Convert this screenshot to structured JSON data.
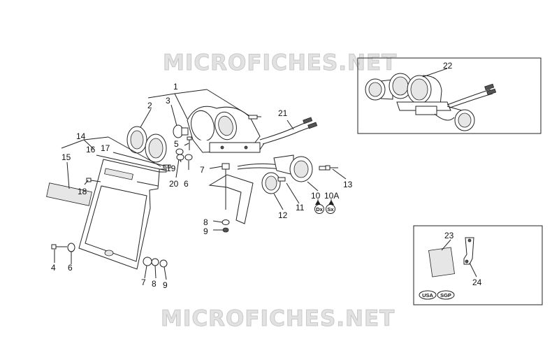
{
  "watermark": "MICROFICHES.NET",
  "labels": {
    "l1": "1",
    "l2": "2",
    "l3": "3",
    "l4": "4",
    "l5": "5",
    "l6a": "6",
    "l6b": "6",
    "l7a": "7",
    "l7b": "7",
    "l8a": "8",
    "l8b": "8",
    "l9a": "9",
    "l9b": "9",
    "l10": "10",
    "l10a": "10A",
    "l11": "11",
    "l12": "12",
    "l13": "13",
    "l14": "14",
    "l15": "15",
    "l16": "16",
    "l17": "17",
    "l18": "18",
    "l19": "19",
    "l20": "20",
    "l21": "21",
    "l22": "22",
    "l23": "23",
    "l24": "24"
  },
  "badges": {
    "dx": "Dx",
    "sx": "Sx",
    "usa": "USA",
    "sgp": "SGP"
  }
}
